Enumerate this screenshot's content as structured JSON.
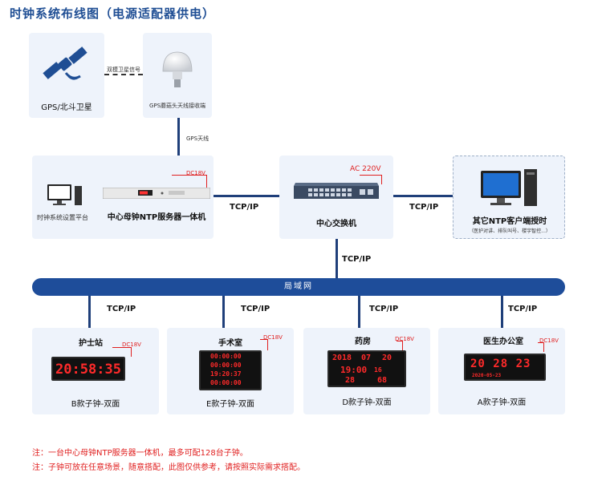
{
  "title": "时钟系统布线图（电源适配器供电）",
  "gps": {
    "label": "GPS/北斗卫星",
    "icon": "satellite-icon"
  },
  "link_label": "双模卫星信号",
  "antenna": {
    "label": "GPS蘑菇头天线接收端",
    "icon": "mushroom-antenna-icon"
  },
  "antenna_cable": "GPS天线",
  "server_panel": {
    "pc_label": "时钟系统设置平台",
    "server_label": "中心母钟NTP服务器一体机",
    "power": "DC18V"
  },
  "switch": {
    "label": "中心交换机",
    "power": "AC 220V"
  },
  "clients": {
    "label": "其它NTP客户端授时",
    "sub": "（医护对讲、排队叫号、楼宇智控...）"
  },
  "tcp": "TCP/IP",
  "lan": "局域网",
  "clocks": [
    {
      "location": "护士站",
      "power": "DC18V",
      "model": "B款子钟-双面",
      "time": "20:58:35"
    },
    {
      "location": "手术室",
      "power": "DC18V",
      "model": "E款子钟-双面",
      "e_rows": [
        "00:00:00",
        "00:00:00",
        "19:20:37",
        "00:00:00"
      ]
    },
    {
      "location": "药房",
      "power": "DC18V",
      "model": "D款子钟-双面",
      "d_date": "2018",
      "d_month": "07",
      "d_day": "20",
      "d_time": "19:00",
      "d_sec": "16",
      "d_temp": "28",
      "d_hum": "68"
    },
    {
      "location": "医生办公室",
      "power": "DC18V",
      "model": "A款子钟-双面",
      "a_time": "20 28 23",
      "a_date": "2020-05-23"
    }
  ],
  "notes": [
    "注：一台中心母钟NTP服务器一体机，最多可配128台子钟。",
    "注：子钟可放在任意场景，随意搭配，此图仅供参考，请按照实际需求搭配。"
  ],
  "colors": {
    "accent": "#1e4d9a",
    "red": "#e02020",
    "card": "#eef3fb"
  }
}
